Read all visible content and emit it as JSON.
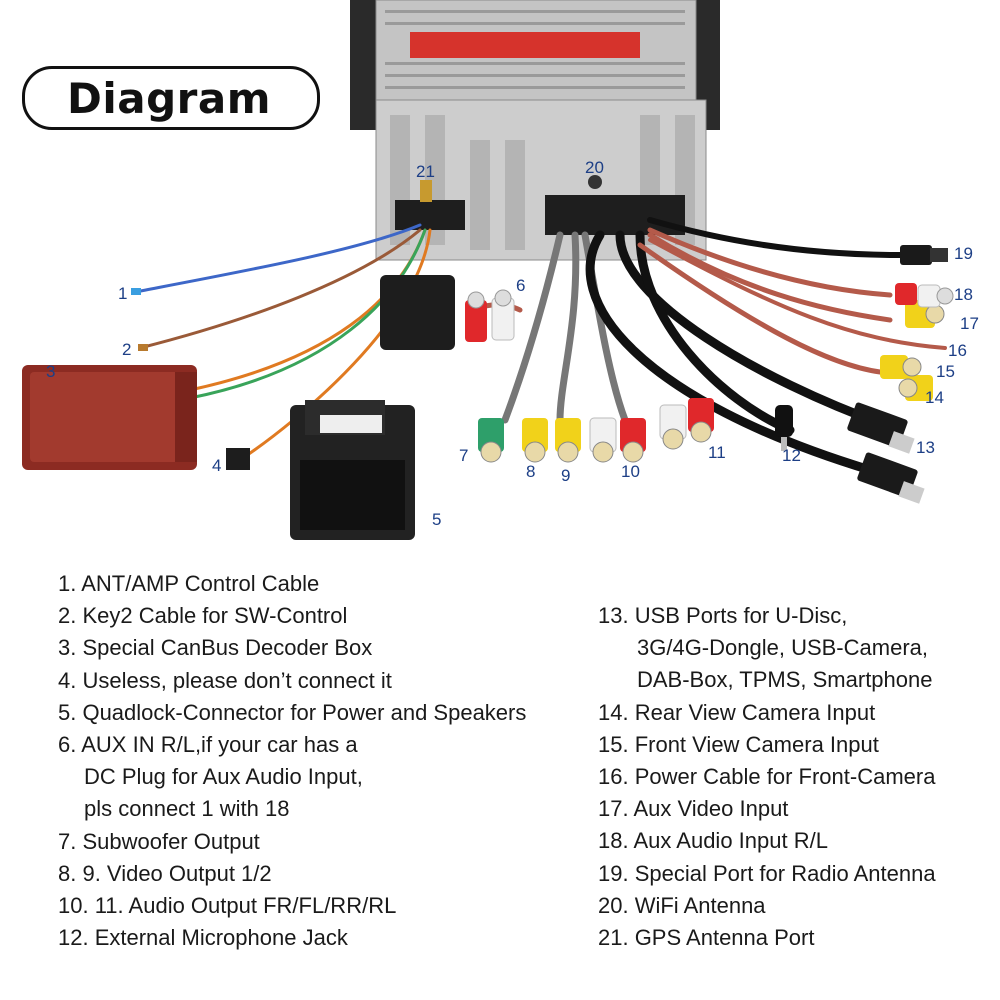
{
  "header": {
    "title": "Diagram"
  },
  "callouts": [
    "1",
    "2",
    "3",
    "4",
    "5",
    "6",
    "7",
    "8",
    "9",
    "10",
    "11",
    "12",
    "13",
    "14",
    "15",
    "16",
    "17",
    "18",
    "19",
    "20",
    "21"
  ],
  "legend": {
    "left": [
      "1. ANT/AMP Control Cable",
      "2. Key2 Cable for SW-Control",
      "3. Special CanBus Decoder Box",
      "4. Useless, please don’t connect it",
      "5. Quadlock-Connector for Power and Speakers",
      "6. AUX IN R/L,if your car has a",
      "DC Plug for Aux Audio Input,",
      "pls connect 1 with 18",
      "7. Subwoofer Output",
      "8. 9. Video Output 1/2",
      "10. 11. Audio Output FR/FL/RR/RL",
      "12. External Microphone Jack"
    ],
    "right": [
      "13. USB Ports for U-Disc,",
      "3G/4G-Dongle, USB-Camera,",
      "DAB-Box, TPMS, Smartphone",
      "14. Rear View Camera Input",
      "15. Front View Camera Input",
      "16. Power Cable for Front-Camera",
      "17. Aux Video Input",
      "18. Aux Audio Input R/L",
      "19. Special Port for Radio Antenna",
      "20. WiFi Antenna",
      "21. GPS Antenna Port"
    ]
  },
  "colors": {
    "unit_metal": "#c9c9c9",
    "rca_red": "#e0282b",
    "rca_yellow": "#f1d21a",
    "rca_white": "#f1f1f1",
    "rca_green": "#2e9f6a",
    "decoder_box": "#8c2b22",
    "callout_text": "#1d3f86"
  }
}
